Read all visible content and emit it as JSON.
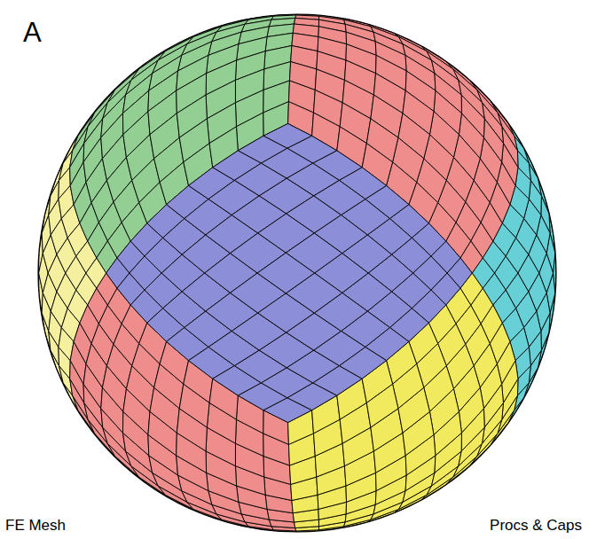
{
  "diagram": {
    "labels": [
      "A",
      "FE Mesh",
      "Procs & Caps"
    ]
  }
}
